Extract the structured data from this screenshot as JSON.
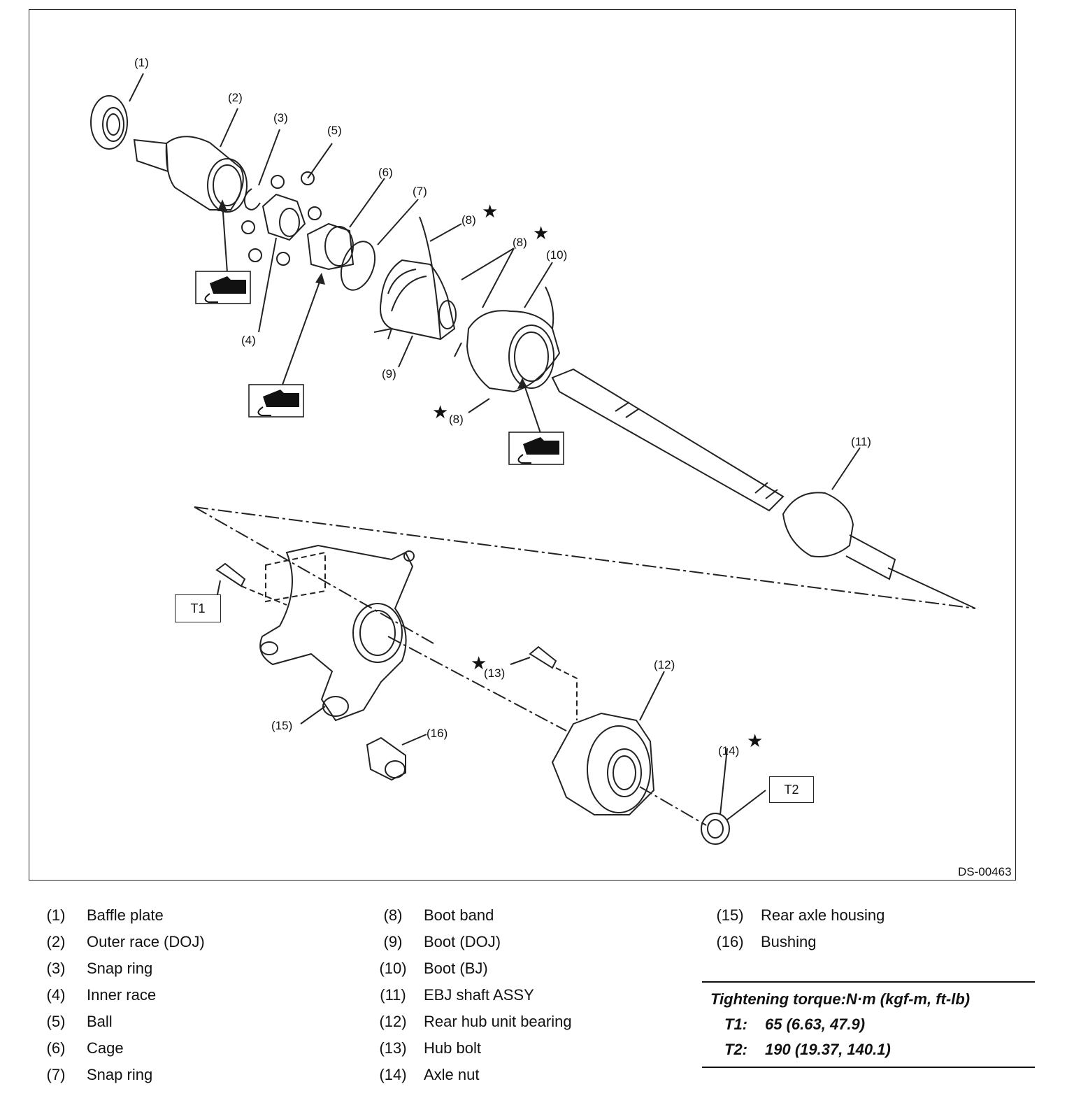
{
  "diagram": {
    "code": "DS-00463",
    "callouts": {
      "c1": "(1)",
      "c2": "(2)",
      "c3": "(3)",
      "c4": "(4)",
      "c5": "(5)",
      "c6": "(6)",
      "c7": "(7)",
      "c8a": "(8)",
      "c8b": "(8)",
      "c8c": "(8)",
      "c9": "(9)",
      "c10": "(10)",
      "c11": "(11)",
      "c12": "(12)",
      "c13": "(13)",
      "c14": "(14)",
      "c15": "(15)",
      "c16": "(16)"
    },
    "star_symbol": "★",
    "t1": "T1",
    "t2": "T2"
  },
  "legend": {
    "col1": [
      {
        "num": "(1)",
        "text": "Baffle plate"
      },
      {
        "num": "(2)",
        "text": "Outer race (DOJ)"
      },
      {
        "num": "(3)",
        "text": "Snap ring"
      },
      {
        "num": "(4)",
        "text": "Inner race"
      },
      {
        "num": "(5)",
        "text": "Ball"
      },
      {
        "num": "(6)",
        "text": "Cage"
      },
      {
        "num": "(7)",
        "text": "Snap ring"
      }
    ],
    "col2": [
      {
        "num": "(8)",
        "text": "Boot band"
      },
      {
        "num": "(9)",
        "text": "Boot (DOJ)"
      },
      {
        "num": "(10)",
        "text": "Boot (BJ)"
      },
      {
        "num": "(11)",
        "text": "EBJ shaft ASSY"
      },
      {
        "num": "(12)",
        "text": "Rear hub unit bearing"
      },
      {
        "num": "(13)",
        "text": "Hub bolt"
      },
      {
        "num": "(14)",
        "text": "Axle nut"
      }
    ],
    "col3": [
      {
        "num": "(15)",
        "text": "Rear axle housing"
      },
      {
        "num": "(16)",
        "text": "Bushing"
      }
    ]
  },
  "torque": {
    "heading": "Tightening torque:N·m (kgf-m, ft-lb)",
    "rows": [
      {
        "key": "T1:",
        "value": "65 (6.63, 47.9)"
      },
      {
        "key": "T2:",
        "value": "190 (19.37, 140.1)"
      }
    ]
  }
}
